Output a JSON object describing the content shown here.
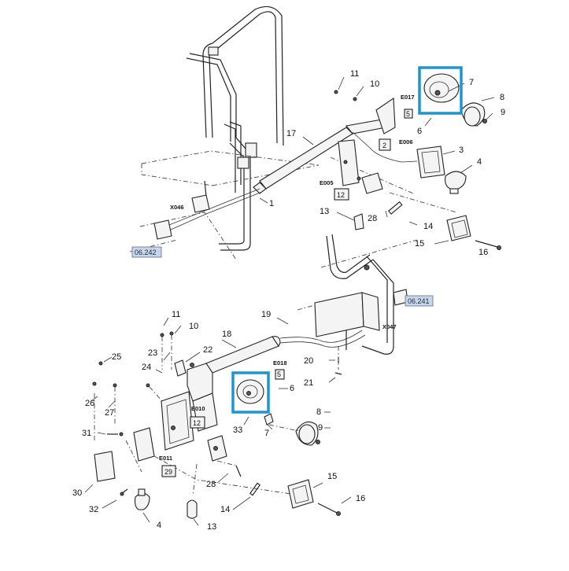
{
  "callouts_top": [
    {
      "label": "11"
    },
    {
      "label": "10"
    },
    {
      "label": "7"
    },
    {
      "label": "8"
    },
    {
      "label": "9"
    },
    {
      "label": "6"
    },
    {
      "label": "17"
    },
    {
      "label": "3"
    },
    {
      "label": "4"
    },
    {
      "label": "1"
    },
    {
      "label": "13"
    },
    {
      "label": "28"
    },
    {
      "label": "14"
    },
    {
      "label": "15"
    },
    {
      "label": "16"
    }
  ],
  "callouts_bottom": [
    {
      "label": "11"
    },
    {
      "label": "10"
    },
    {
      "label": "18"
    },
    {
      "label": "19"
    },
    {
      "label": "23"
    },
    {
      "label": "22"
    },
    {
      "label": "25"
    },
    {
      "label": "24"
    },
    {
      "label": "20"
    },
    {
      "label": "21"
    },
    {
      "label": "26"
    },
    {
      "label": "27"
    },
    {
      "label": "6"
    },
    {
      "label": "8"
    },
    {
      "label": "9"
    },
    {
      "label": "31"
    },
    {
      "label": "33"
    },
    {
      "label": "7"
    },
    {
      "label": "30"
    },
    {
      "label": "28"
    },
    {
      "label": "15"
    },
    {
      "label": "16"
    },
    {
      "label": "14"
    },
    {
      "label": "32"
    },
    {
      "label": "4"
    },
    {
      "label": "13"
    }
  ],
  "connector_codes": [
    "E017",
    "E006",
    "E005",
    "X046",
    "E018",
    "E010",
    "E011",
    "X047"
  ],
  "boxed_numbers": [
    "5",
    "2",
    "12",
    "5",
    "12",
    "29"
  ],
  "page_refs": [
    "06.242",
    "06.241"
  ],
  "colors": {
    "highlight": "#1d95cf",
    "ref_fill": "#c9d6e8",
    "line": "#222222"
  }
}
